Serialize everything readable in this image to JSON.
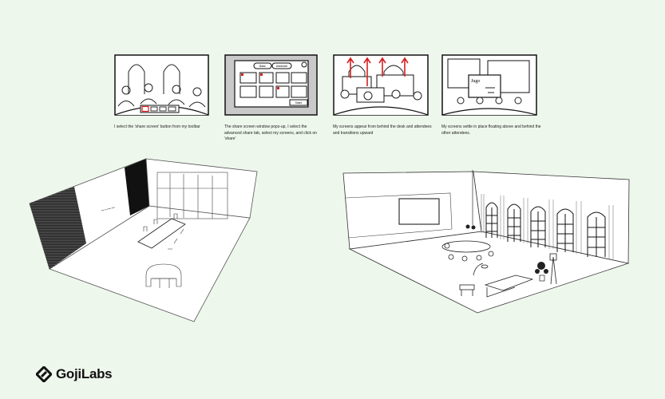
{
  "storyboard": [
    {
      "caption": "I select the 'share screen' button from my toolbar"
    },
    {
      "caption": "The share screen window pops-up, I select the advanced share tab, select my screens, and click on 'share'",
      "tabs": [
        "Basic",
        "Advanced"
      ],
      "share_label": "Share"
    },
    {
      "caption": "My screens appear from behind the desk and attendees and transitions upward"
    },
    {
      "caption": "My screens settle in place floating above and behind the other attendees.",
      "window_label": "Jugo"
    }
  ],
  "brand": {
    "name": "GojiLabs"
  },
  "colors": {
    "background": "#eef7ec",
    "accent": "#d42020",
    "ink": "#111111"
  }
}
